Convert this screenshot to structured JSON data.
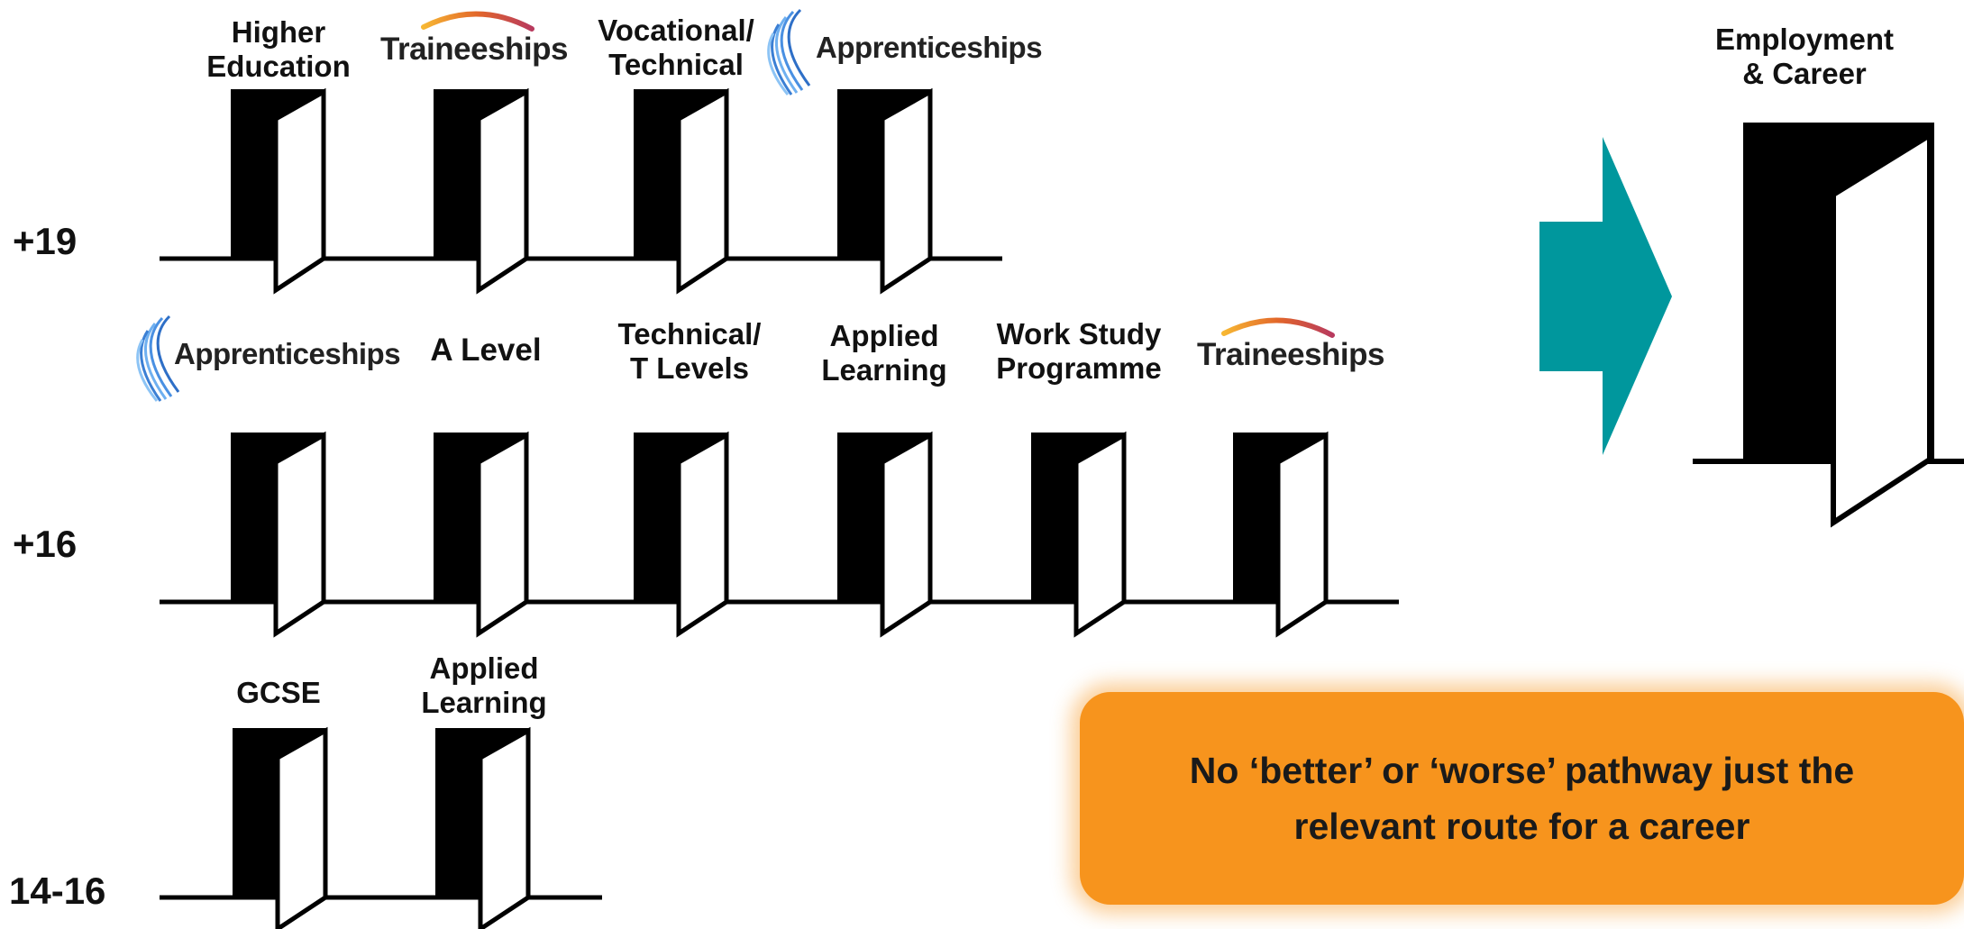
{
  "levels": {
    "age_19": "+19",
    "age_16": "+16",
    "age_14_16": "14-16"
  },
  "row_19": {
    "higher_education": "Higher\nEducation",
    "traineeships": "Traineeships",
    "vocational_technical": "Vocational/\nTechnical",
    "apprenticeships": "Apprenticeships"
  },
  "row_16": {
    "apprenticeships": "Apprenticeships",
    "a_level": "A Level",
    "technical_t_levels": "Technical/\nT Levels",
    "applied_learning": "Applied\nLearning",
    "work_study": "Work Study\nProgramme",
    "traineeships": "Traineeships"
  },
  "row_14": {
    "gcse": "GCSE",
    "applied_learning": "Applied\nLearning"
  },
  "destination": {
    "label": "Employment\n& Career"
  },
  "callout": {
    "text": "No ‘better’ or ‘worse’ pathway just the\nrelevant route for a career"
  },
  "colors": {
    "arrow": "#00979D",
    "callout": "#F7941D",
    "door_frame": "#000000",
    "door_panel": "#ffffff",
    "traineeships_arc": "#E2662A",
    "apprenticeships_swirl": "#4A90E2"
  },
  "icons": {
    "doors": "open-door-icon",
    "arrow": "right-arrow-icon",
    "traineeships_logo": "traineeships-logo",
    "apprenticeships_logo": "apprenticeships-logo"
  }
}
